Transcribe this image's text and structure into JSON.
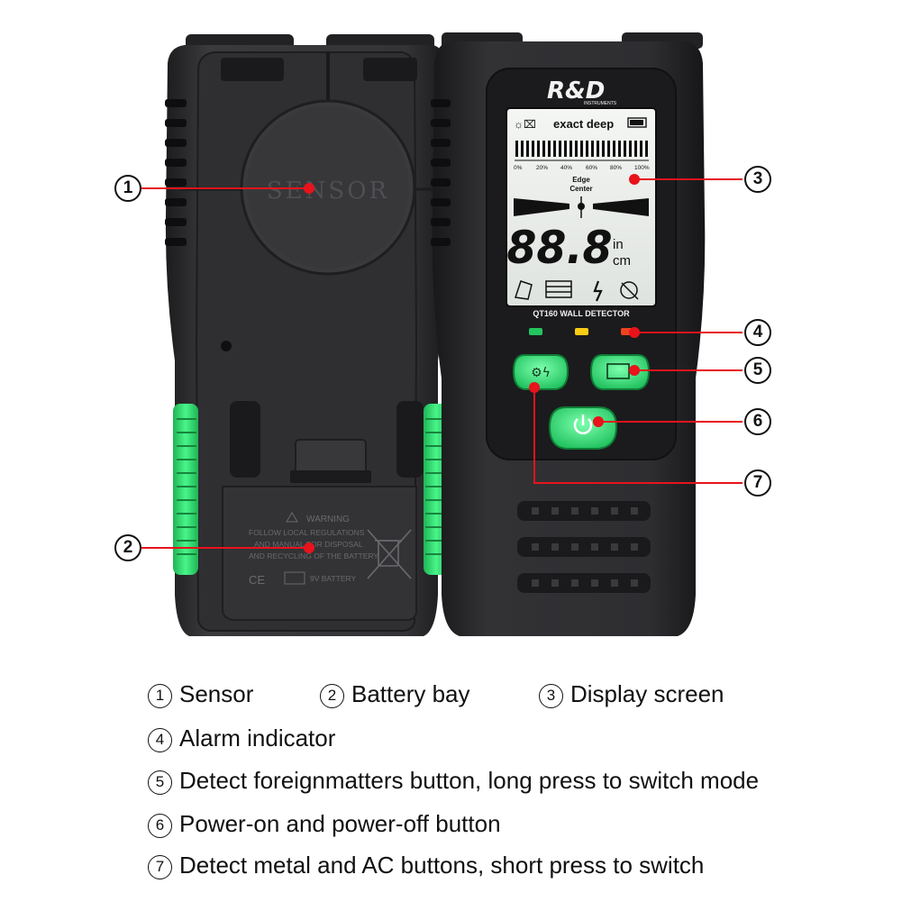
{
  "brand": {
    "logo": "R&D",
    "logo_sub": "INSTRUMENTS"
  },
  "device": {
    "back_sensor_text": "SENSOR",
    "back_warning": {
      "title": "WARNING",
      "lines": [
        "FOLLOW LOCAL REGULATIONS",
        "AND MANUAL FOR DISPOSAL",
        "AND RECYCLING OF THE BATTERY"
      ],
      "ce_mark": "CE",
      "battery_label": "9V BATTERY"
    },
    "display": {
      "mode_text": "exact deep",
      "scale_labels": [
        "0%",
        "20%",
        "40%",
        "60%",
        "80%",
        "100%"
      ],
      "edge_label": "Edge",
      "center_label": "Center",
      "reading": "88.8",
      "unit_top": "in",
      "unit_bottom": "cm"
    },
    "model_label": "QT160  WALL DETECTOR",
    "indicator_colors": [
      "#22c55e",
      "#facc15",
      "#ef4320"
    ],
    "accent_green": "#3ef07a",
    "body_color": "#2b2b2d"
  },
  "callouts": [
    "①",
    "②",
    "③",
    "④",
    "⑤",
    "⑥",
    "⑦"
  ],
  "legend": [
    {
      "num": "1",
      "text": "Sensor"
    },
    {
      "num": "2",
      "text": "Battery bay"
    },
    {
      "num": "3",
      "text": "Display screen"
    },
    {
      "num": "4",
      "text": "Alarm indicator"
    },
    {
      "num": "5",
      "text": "Detect foreignmatters button, long press to switch mode"
    },
    {
      "num": "6",
      "text": "Power-on and power-off button"
    },
    {
      "num": "7",
      "text": "Detect metal and AC buttons, short press to switch"
    }
  ]
}
